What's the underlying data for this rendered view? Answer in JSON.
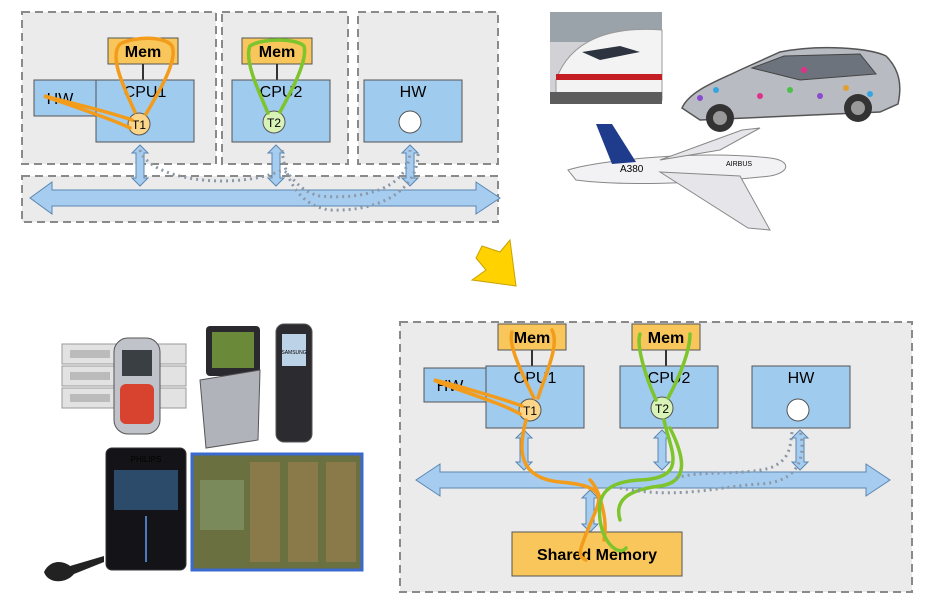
{
  "top_diagram": {
    "mem1": "Mem",
    "mem2": "Mem",
    "cpu1": "CPU1",
    "cpu2": "CPU2",
    "hw_left": "HW",
    "hw_right": "HW",
    "task1": "T1",
    "task2": "T2"
  },
  "bottom_diagram": {
    "mem1": "Mem",
    "mem2": "Mem",
    "cpu1": "CPU1",
    "cpu2": "CPU2",
    "hw_left": "HW",
    "hw_right": "HW",
    "task1": "T1",
    "task2": "T2",
    "shared_memory": "Shared Memory"
  },
  "photos": {
    "plane_text": "A380",
    "plane_brand": "AIRBUS",
    "player_brand": "PHILIPS",
    "phone_brand": "SAMSUNG"
  },
  "colors": {
    "task1_path": "#f39c1c",
    "task2_path": "#7ec42c",
    "bus_path": "#8c98a8",
    "cpu_fill": "#9fcbef",
    "mem_fill": "#f8c65a",
    "bus_fill": "#a6cdf0",
    "panel_fill": "#ebebeb",
    "arrow_fill": "#ffd200"
  }
}
